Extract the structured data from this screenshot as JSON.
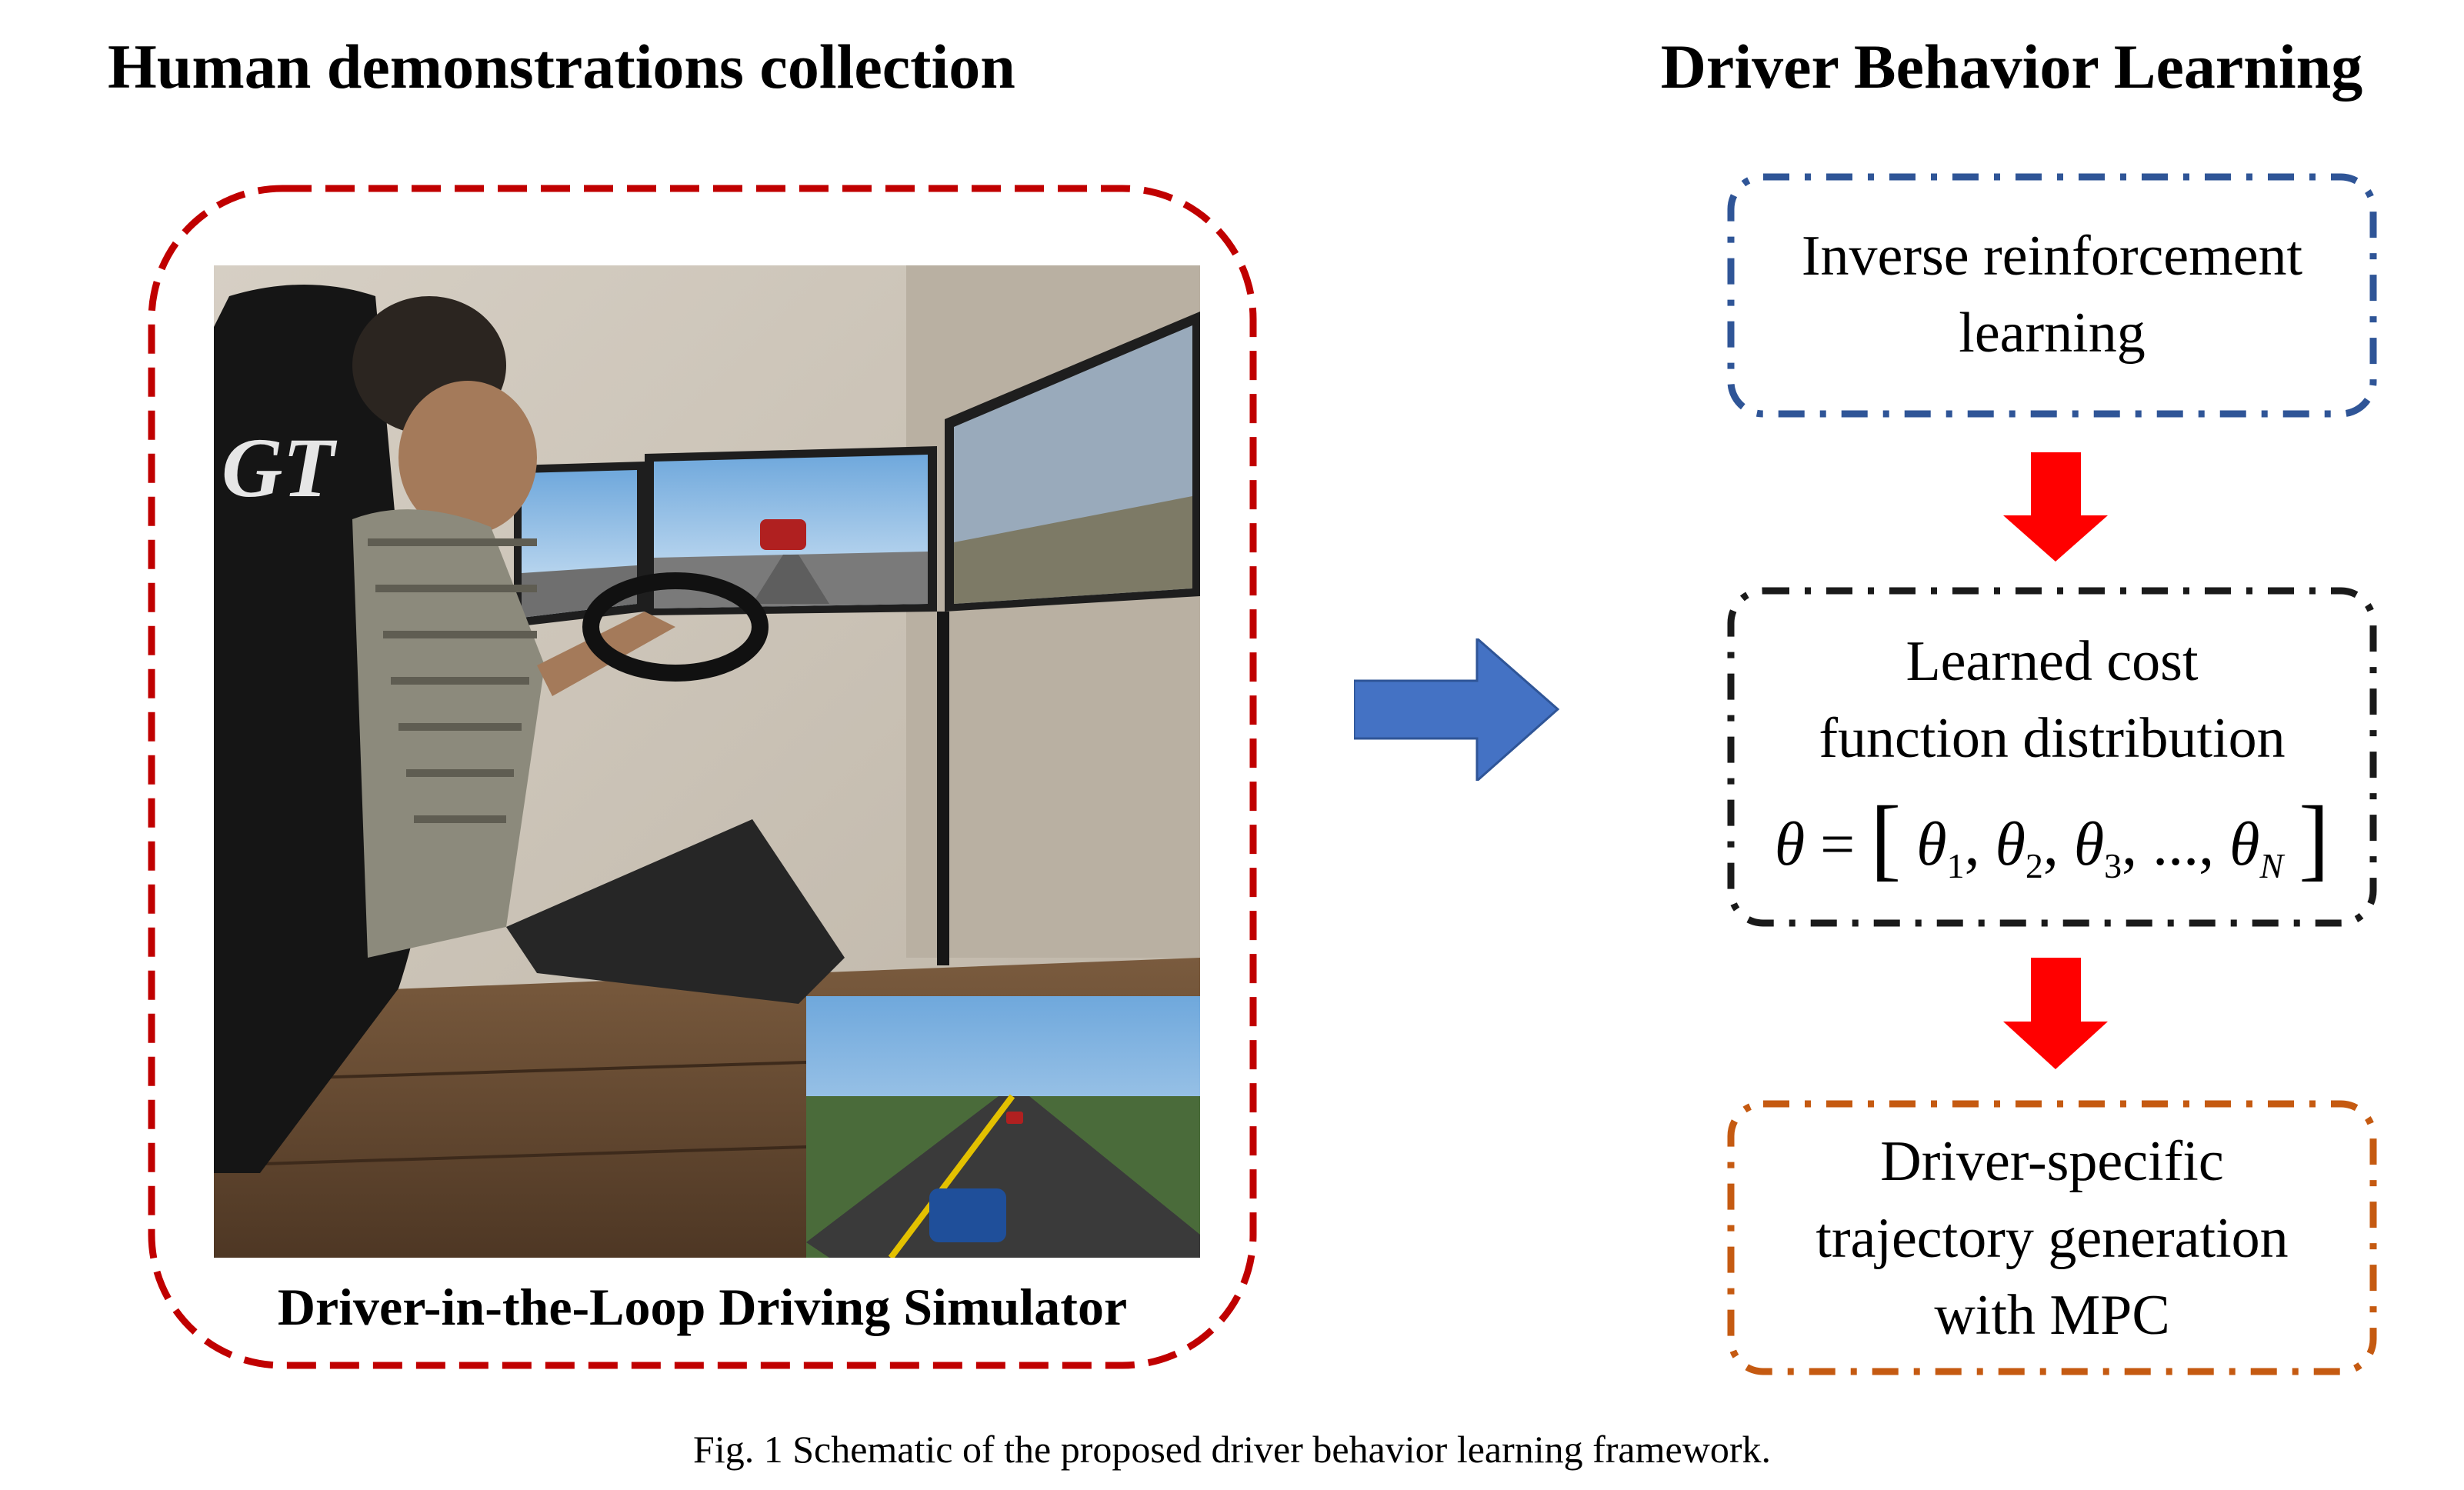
{
  "left_panel": {
    "title": "Human demonstrations collection",
    "simulator_label": "Driver-in-the-Loop Driving Simulator",
    "frame_color": "#c00000"
  },
  "right_panel": {
    "title": "Driver Behavior Learning",
    "boxes": [
      {
        "line1": "Inverse reinforcement",
        "line2": "learning",
        "border_color": "#2f5597"
      },
      {
        "line1": "Learned cost",
        "line2": "function distribution",
        "border_color": "#1a1a1a"
      },
      {
        "line1": "Driver-specific",
        "line2": "trajectory generation",
        "line3": "with MPC",
        "border_color": "#c55a11"
      }
    ],
    "formula": {
      "symbol": "θ",
      "equals": "=",
      "subscripts": [
        "1",
        "2",
        "3",
        "N"
      ],
      "ellipsis": "...,"
    },
    "arrow_color": "#ff0000"
  },
  "flow_arrow_color": "#4472c4",
  "caption": "Fig. 1 Schematic of the proposed driver behavior learning framework."
}
